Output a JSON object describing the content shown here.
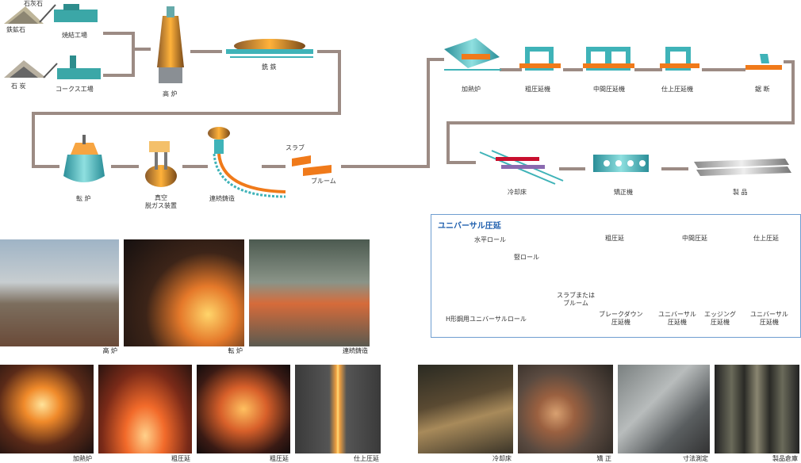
{
  "process": {
    "limestone": "石灰石",
    "iron_ore": "鉄鉱石",
    "sinter_plant": "焼結工場",
    "coal": "石 炭",
    "coke_plant": "コークス工場",
    "blast_furnace": "高 炉",
    "pig_iron": "銑 鉄",
    "converter": "転 炉",
    "vacuum_degas": "真空\n脱ガス装置",
    "continuous_casting": "連続鋳造",
    "slab": "スラブ",
    "bloom": "ブルーム",
    "reheating_furnace": "加熱炉",
    "roughing_mill": "粗圧延機",
    "intermediate_mill": "中間圧延機",
    "finishing_mill": "仕上圧延機",
    "saw_cutting": "鋸 断",
    "cooling_bed": "冷却床",
    "straightener": "矯正機",
    "product": "製 品"
  },
  "universal": {
    "title": "ユニバーサル圧延",
    "horizontal_roll": "水平ロール",
    "vertical_roll": "竪ロール",
    "h_beam_roll": "H形鋼用ユニバーサルロール",
    "slab_or_bloom": "スラブまたは\nブルーム",
    "col_rough": "粗圧延",
    "col_mid": "中間圧延",
    "col_finish": "仕上圧延",
    "breakdown": "ブレークダウン\n圧延機",
    "universal_mill_a": "ユニバーサル\n圧延機",
    "edging_mill": "エッジング\n圧延機",
    "universal_mill_b": "ユニバーサル\n圧延機"
  },
  "photos_row1": [
    "高 炉",
    "転 炉",
    "連続鋳造"
  ],
  "photos_row2": [
    "加熱炉",
    "粗圧延",
    "粗圧延",
    "仕上圧延"
  ],
  "photos_row3": [
    "冷却床",
    "矯 正",
    "寸法測定",
    "製品倉庫"
  ],
  "colors": {
    "flow_line": "#9c8b84",
    "accent_orange": "#f07a1a",
    "teal": "#3fb3b8",
    "panel_border": "#6f9ed1",
    "panel_title": "#1f5fae"
  }
}
